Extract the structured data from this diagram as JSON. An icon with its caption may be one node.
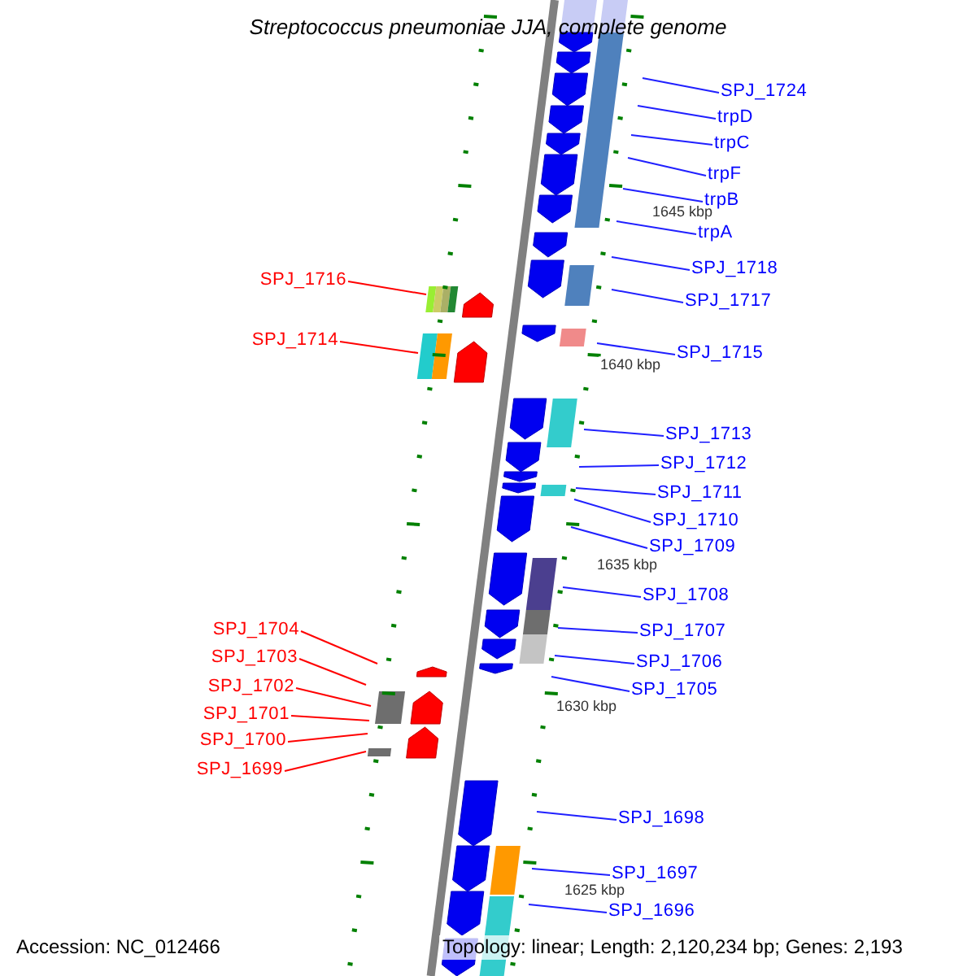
{
  "diagram": {
    "title": "Streptococcus pneumoniae JJA, complete genome",
    "nodes": [
      {
        "text": [
          "SPJ_1724"
        ]
      },
      {
        "text": [
          "trpD"
        ]
      },
      {
        "text": [
          "trpC"
        ]
      },
      {
        "text": [
          "trpF"
        ]
      },
      {
        "text": [
          "trpB"
        ]
      },
      {
        "text": [
          "trpA"
        ]
      },
      {
        "text": [
          "SPJ_1718"
        ]
      },
      {
        "text": [
          "SPJ_1716"
        ]
      },
      {
        "text": [
          "SPJ_1717"
        ]
      },
      {
        "text": [
          "SPJ_1714"
        ]
      },
      {
        "text": [
          "SPJ_1715"
        ]
      },
      {
        "text": [
          "SPJ_1713"
        ]
      },
      {
        "text": [
          "SPJ_1712"
        ]
      },
      {
        "text": [
          "SPJ_1711"
        ]
      },
      {
        "text": [
          "SPJ_1710"
        ]
      },
      {
        "text": [
          "SPJ_1709"
        ]
      },
      {
        "text": [
          "SPJ_1708"
        ]
      },
      {
        "text": [
          "SPJ_1704"
        ]
      },
      {
        "text": [
          "SPJ_1707"
        ]
      },
      {
        "text": [
          "SPJ_1703"
        ]
      },
      {
        "text": [
          "SPJ_1706"
        ]
      },
      {
        "text": [
          "SPJ_1702"
        ]
      },
      {
        "text": [
          "SPJ_1705"
        ]
      },
      {
        "text": [
          "SPJ_1701"
        ]
      },
      {
        "text": [
          "SPJ_1700"
        ]
      },
      {
        "text": [
          "SPJ_1699"
        ]
      },
      {
        "text": [
          "SPJ_1698"
        ]
      },
      {
        "text": [
          "SPJ_1697"
        ]
      },
      {
        "text": [
          "SPJ_1696"
        ]
      }
    ],
    "edges": [
      {
        "from": 0,
        "to": null,
        "arrow": "none"
      },
      {
        "from": 1,
        "to": null,
        "arrow": "none"
      },
      {
        "from": 2,
        "to": null,
        "arrow": "none"
      },
      {
        "from": 3,
        "to": null,
        "arrow": "none"
      },
      {
        "from": 4,
        "to": null,
        "arrow": "none"
      },
      {
        "from": 5,
        "to": null,
        "arrow": "none"
      },
      {
        "from": 6,
        "to": null,
        "arrow": "none"
      },
      {
        "from": 7,
        "to": null,
        "arrow": "none",
        "color": "#ff0000"
      },
      {
        "from": 8,
        "to": null,
        "arrow": "none"
      },
      {
        "from": 9,
        "to": null,
        "arrow": "none",
        "color": "#ff0000"
      },
      {
        "from": 10,
        "to": null,
        "arrow": "none"
      },
      {
        "from": 11,
        "to": null,
        "arrow": "none"
      },
      {
        "from": 12,
        "to": null,
        "arrow": "none"
      },
      {
        "from": 13,
        "to": null,
        "arrow": "none"
      },
      {
        "from": 14,
        "to": null,
        "arrow": "none"
      },
      {
        "from": 15,
        "to": null,
        "arrow": "none"
      },
      {
        "from": 16,
        "to": null,
        "arrow": "none"
      },
      {
        "from": 17,
        "to": null,
        "arrow": "none",
        "color": "#ff0000"
      },
      {
        "from": 18,
        "to": null,
        "arrow": "none"
      },
      {
        "from": 19,
        "to": null,
        "arrow": "none",
        "color": "#ff0000"
      },
      {
        "from": 20,
        "to": null,
        "arrow": "none"
      },
      {
        "from": 21,
        "to": null,
        "arrow": "none",
        "color": "#ff0000"
      },
      {
        "from": 22,
        "to": null,
        "arrow": "none"
      },
      {
        "from": 23,
        "to": null,
        "arrow": "none",
        "color": "#ff0000"
      },
      {
        "from": 24,
        "to": null,
        "arrow": "none",
        "color": "#ff0000"
      },
      {
        "from": 25,
        "to": null,
        "arrow": "none",
        "color": "#ff0000"
      },
      {
        "from": 26,
        "to": null,
        "arrow": "none"
      },
      {
        "from": 27,
        "to": null,
        "arrow": "none"
      },
      {
        "from": 28,
        "to": null,
        "arrow": "none"
      }
    ],
    "labels": [
      "1645 kbp",
      "1640 kbp",
      "1635 kbp",
      "1630 kbp",
      "1625 kbp",
      "Accession: NC_012466",
      "Topology: linear; Length: 2,120,234 bp; Genes: 2,193"
    ]
  }
}
